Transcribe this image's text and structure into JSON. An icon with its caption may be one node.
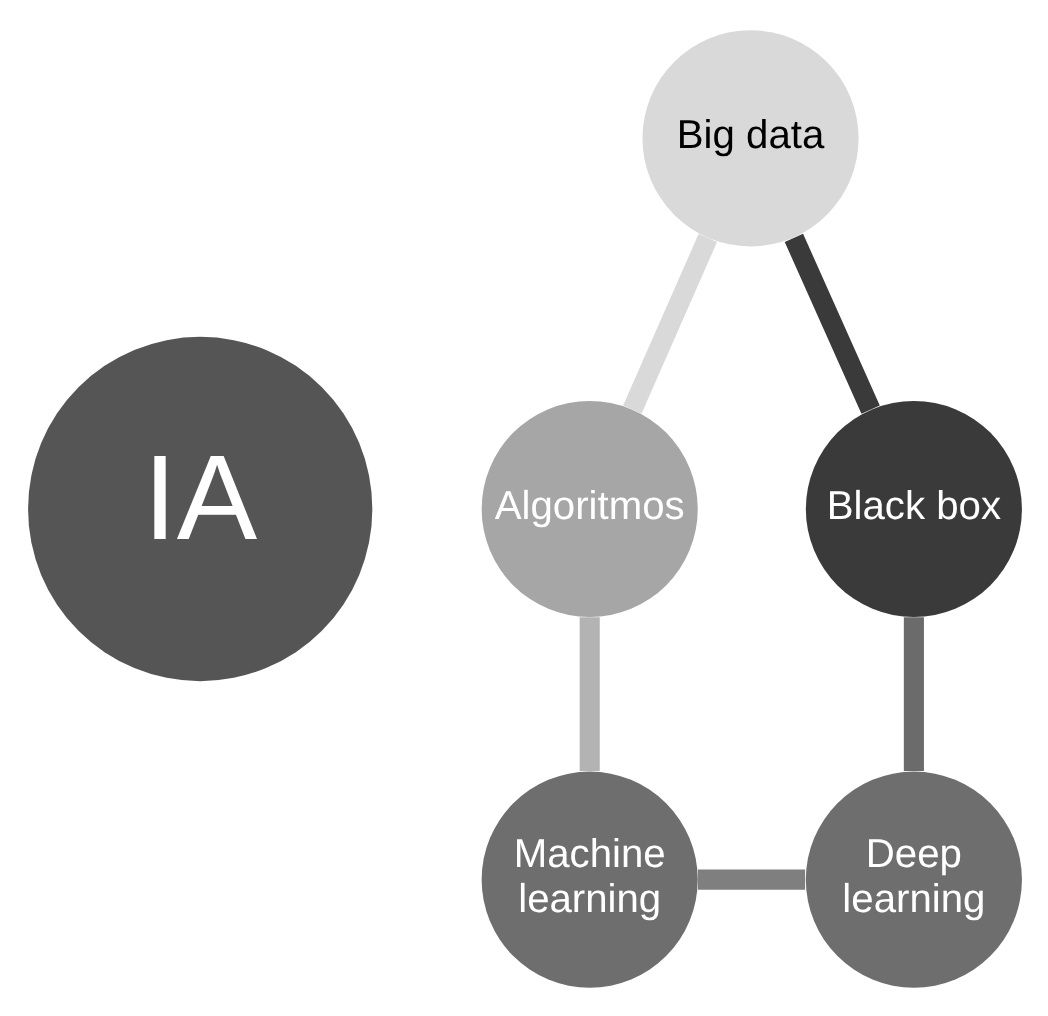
{
  "diagram": {
    "nodes": [
      {
        "text": [
          "IA"
        ]
      },
      {
        "text": [
          "Big data"
        ]
      },
      {
        "text": [
          "Algoritmos"
        ]
      },
      {
        "text": [
          "Machine learning"
        ]
      },
      {
        "text": [
          "Deep learning"
        ]
      },
      {
        "text": [
          "Black box"
        ]
      }
    ],
    "edges": [
      {
        "from": 1,
        "to": 2,
        "arrow": "none",
        "color": "#d9d9d9"
      },
      {
        "from": 2,
        "to": 3,
        "arrow": "none",
        "color": "#b3b3b3"
      },
      {
        "from": 3,
        "to": 4,
        "arrow": "none",
        "color": "#7f7f7f"
      },
      {
        "from": 4,
        "to": 5,
        "arrow": "none",
        "color": "#6b6b6b"
      },
      {
        "from": 5,
        "to": 1,
        "arrow": "none",
        "color": "#3a3a3a"
      }
    ]
  }
}
